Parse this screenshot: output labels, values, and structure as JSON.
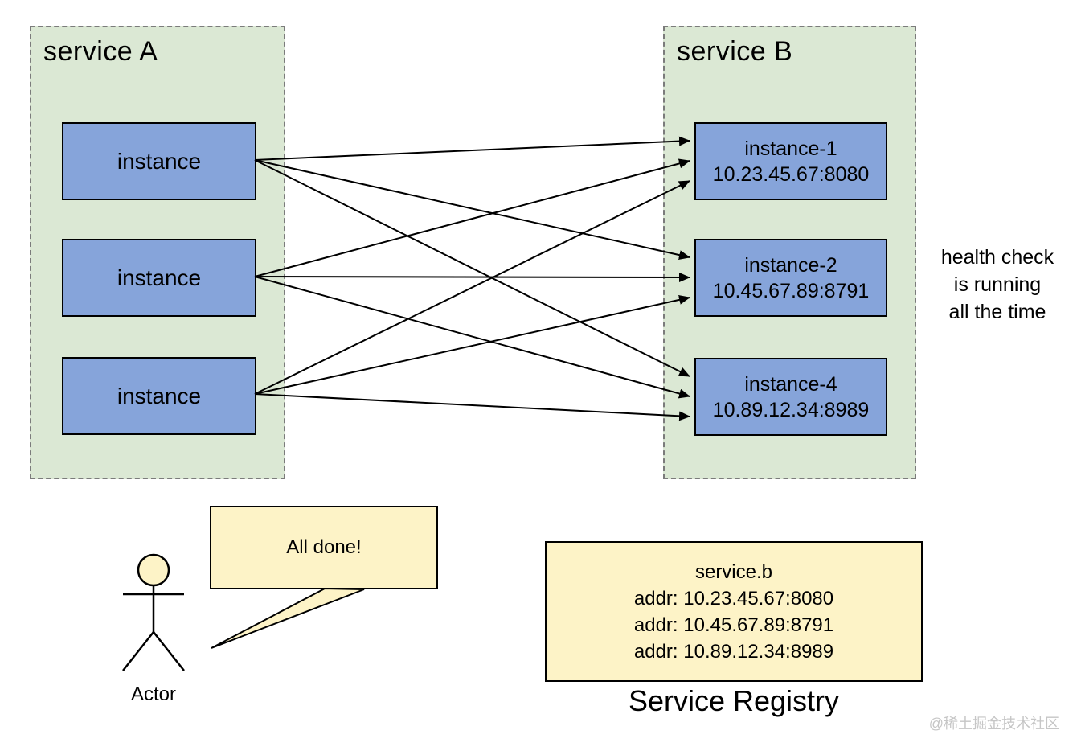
{
  "diagram": {
    "service_a": {
      "title": "service A",
      "instances": [
        "instance",
        "instance",
        "instance"
      ]
    },
    "service_b": {
      "title": "service B",
      "instances": [
        {
          "name": "instance-1",
          "addr": "10.23.45.67:8080"
        },
        {
          "name": "instance-2",
          "addr": "10.45.67.89:8791"
        },
        {
          "name": "instance-4",
          "addr": "10.89.12.34:8989"
        }
      ]
    },
    "health_note": "health check\nis running\nall the time",
    "actor": {
      "label": "Actor",
      "speech": "All done!"
    },
    "registry": {
      "caption": "Service Registry",
      "service_name": "service.b",
      "addresses": [
        "addr: 10.23.45.67:8080",
        "addr: 10.45.67.89:8791",
        "addr: 10.89.12.34:8989"
      ]
    },
    "watermark": "@稀土掘金技术社区",
    "colors": {
      "group_fill": "#dbe8d4",
      "group_border": "#7b7b7b",
      "instance_fill": "#86a4da",
      "note_fill": "#fdf3c7",
      "line": "#000000",
      "watermark": "#c6c6c6"
    }
  }
}
